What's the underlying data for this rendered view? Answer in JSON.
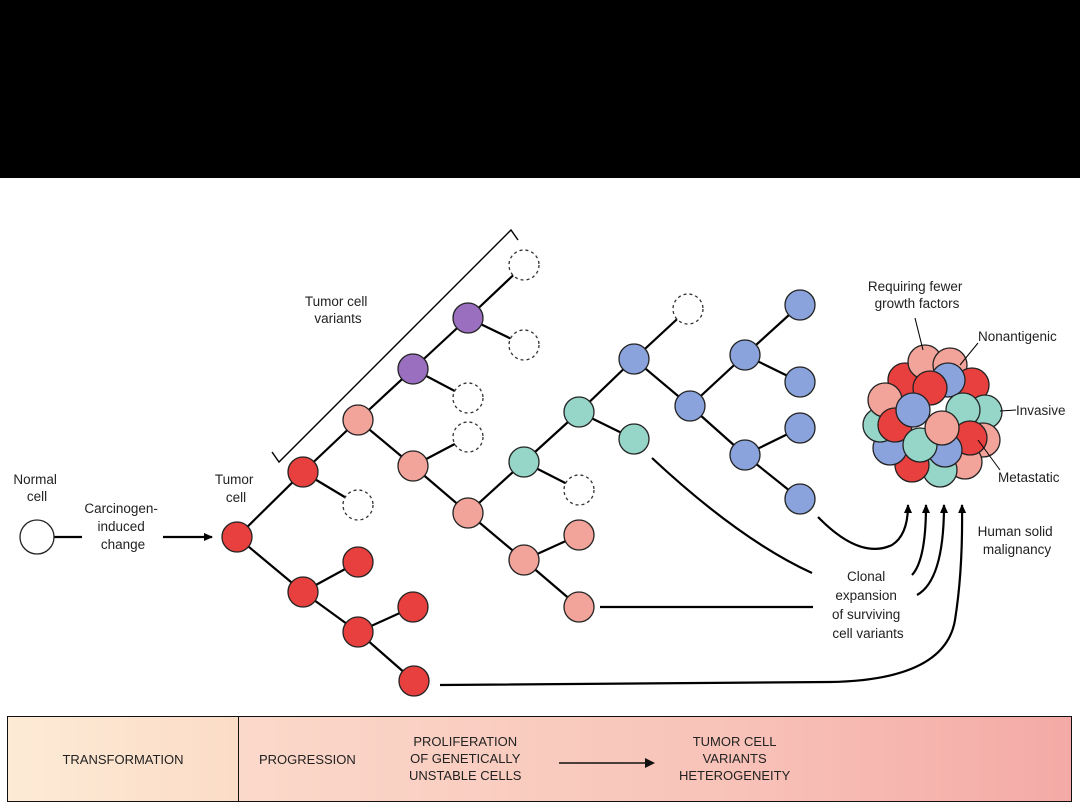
{
  "labels": {
    "normal_cell": [
      "Normal",
      "cell"
    ],
    "carcinogen": [
      "Carcinogen-",
      "induced",
      "change"
    ],
    "tumor_cell": [
      "Tumor",
      "cell"
    ],
    "tumor_variants": [
      "Tumor cell",
      "variants"
    ],
    "fewer_growth": [
      "Requiring fewer",
      "growth factors"
    ],
    "nonantigenic": "Nonantigenic",
    "invasive": "Invasive",
    "metastatic": "Metastatic",
    "human_solid": [
      "Human solid",
      "malignancy"
    ],
    "clonal": [
      "Clonal",
      "expansion",
      "of surviving",
      "cell variants"
    ]
  },
  "bar": {
    "left": "TRANSFORMATION",
    "progression": "PROGRESSION",
    "proliferation": [
      "PROLIFERATION",
      "OF GENETICALLY",
      "UNSTABLE CELLS"
    ],
    "variants": [
      "TUMOR CELL",
      "VARIANTS",
      "HETEROGENEITY"
    ]
  },
  "colors": {
    "red": "#e8403f",
    "pink": "#f3a49a",
    "purple": "#9a6fc0",
    "teal": "#96d6c9",
    "blue": "#8aa3dc",
    "background_band": "#000000"
  }
}
